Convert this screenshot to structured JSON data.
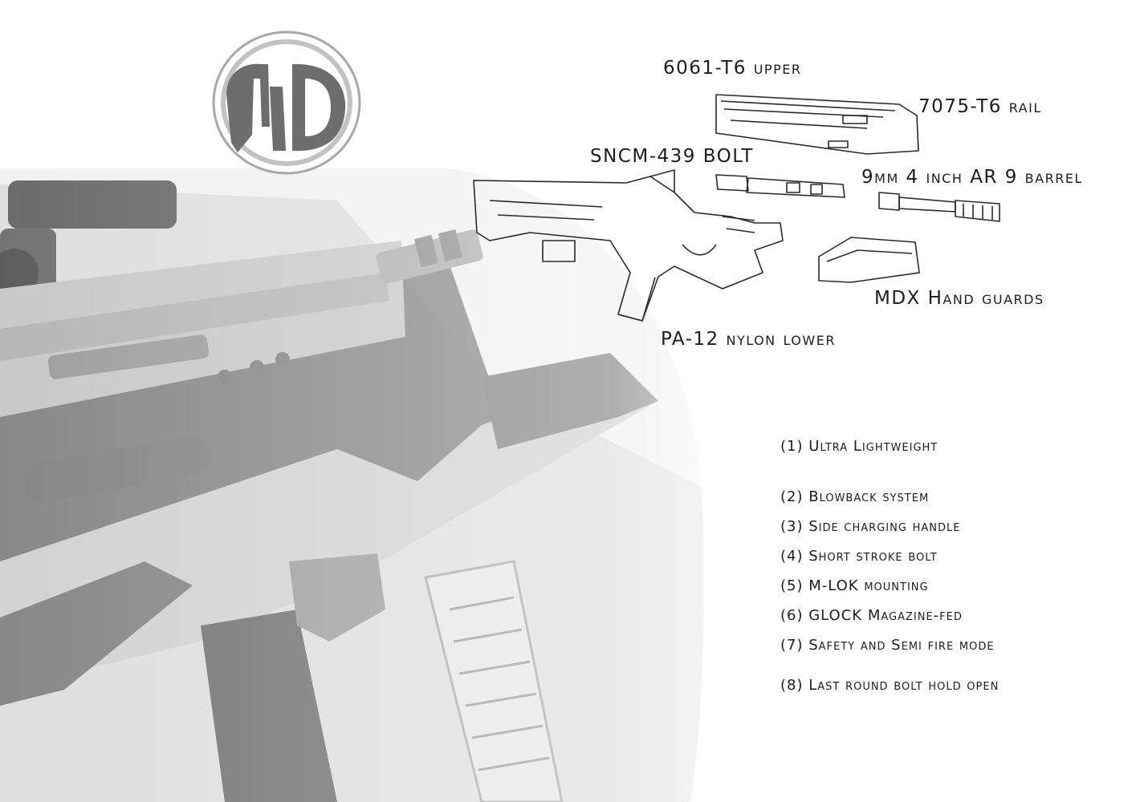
{
  "brand": {
    "logo_text": "MD",
    "logo_color": "#6d6d6d",
    "logo_ring_color": "#b8b8b8"
  },
  "diagram": {
    "labels": {
      "upper": "6061-T6 upper",
      "rail": "7075-T6 rail",
      "bolt": "SNCM-439 BOLT",
      "barrel": "9mm 4 inch AR 9 barrel",
      "handguards": "MDX Hand guards",
      "lower": "PA-12 nylon lower"
    }
  },
  "features": {
    "items": [
      "(1) Ultra Lightweight",
      "(2) Blowback system",
      "(3) Side charging handle",
      "(4) Short stroke bolt",
      "(5) M-LOK mounting",
      "(6) GLOCK Magazine-fed",
      "(7) Safety and Semi fire mode",
      "(8) Last round bolt hold open"
    ]
  },
  "colors": {
    "text": "#1d1d1d",
    "photo_gray": "#9a9a9a",
    "photo_dark": "#4a4a4a",
    "background": "#ffffff"
  }
}
